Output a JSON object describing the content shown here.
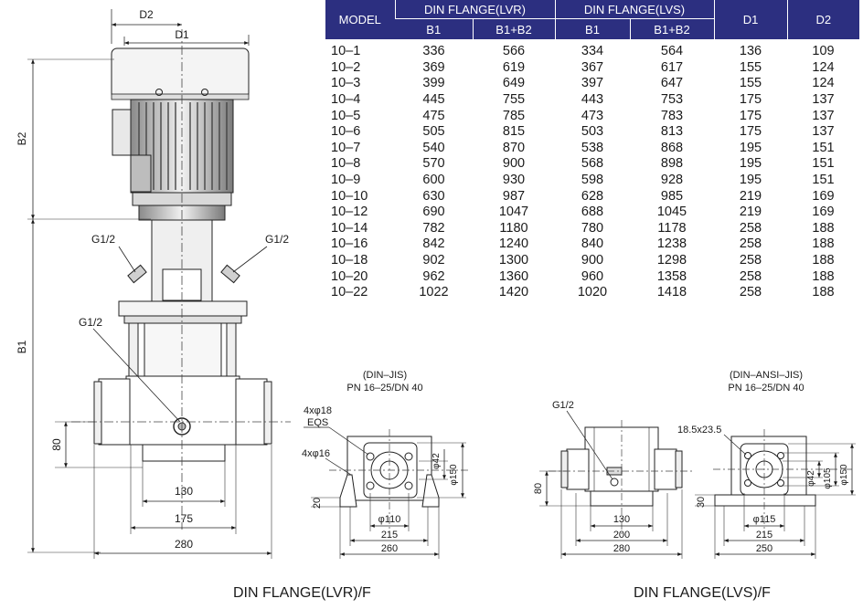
{
  "table": {
    "headers": {
      "model": "MODEL",
      "din_lvr": "DIN FLANGE(LVR)",
      "din_lvs": "DIN FLANGE(LVS)",
      "d1": "D1",
      "d2": "D2",
      "b1": "B1",
      "b1b2": "B1+B2"
    },
    "rows": [
      [
        "10–1",
        "336",
        "566",
        "334",
        "564",
        "136",
        "109"
      ],
      [
        "10–2",
        "369",
        "619",
        "367",
        "617",
        "155",
        "124"
      ],
      [
        "10–3",
        "399",
        "649",
        "397",
        "647",
        "155",
        "124"
      ],
      [
        "10–4",
        "445",
        "755",
        "443",
        "753",
        "175",
        "137"
      ],
      [
        "10–5",
        "475",
        "785",
        "473",
        "783",
        "175",
        "137"
      ],
      [
        "10–6",
        "505",
        "815",
        "503",
        "813",
        "175",
        "137"
      ],
      [
        "10–7",
        "540",
        "870",
        "538",
        "868",
        "195",
        "151"
      ],
      [
        "10–8",
        "570",
        "900",
        "568",
        "898",
        "195",
        "151"
      ],
      [
        "10–9",
        "600",
        "930",
        "598",
        "928",
        "195",
        "151"
      ],
      [
        "10–10",
        "630",
        "987",
        "628",
        "985",
        "219",
        "169"
      ],
      [
        "10–12",
        "690",
        "1047",
        "688",
        "1045",
        "219",
        "169"
      ],
      [
        "10–14",
        "782",
        "1180",
        "780",
        "1178",
        "258",
        "188"
      ],
      [
        "10–16",
        "842",
        "1240",
        "840",
        "1238",
        "258",
        "188"
      ],
      [
        "10–18",
        "902",
        "1300",
        "900",
        "1298",
        "258",
        "188"
      ],
      [
        "10–20",
        "962",
        "1360",
        "960",
        "1358",
        "258",
        "188"
      ],
      [
        "10–22",
        "1022",
        "1420",
        "1020",
        "1418",
        "258",
        "188"
      ]
    ]
  },
  "pump": {
    "d2": "D2",
    "d1": "D1",
    "b2": "B2",
    "b1": "B1",
    "g_left": "G1/2",
    "g_right": "G1/2",
    "g_drain": "G1/2",
    "h80": "80",
    "w130": "130",
    "w175": "175",
    "w280": "280"
  },
  "lvr": {
    "std": "(DIN–JIS)",
    "pn": "PN 16–25/DN 40",
    "bolt1": "4xφ18",
    "eqs": "EQS",
    "bolt2": "4xφ16",
    "phi42": "φ42",
    "phi150": "φ150",
    "h20": "20",
    "phi110": "φ110",
    "w215": "215",
    "w260": "260"
  },
  "lvs_side": {
    "g": "G1/2",
    "h80": "80",
    "w130": "130",
    "w200": "200",
    "w280": "280"
  },
  "lvs": {
    "std": "(DIN–ANSI–JIS)",
    "pn": "PN 16–25/DN 40",
    "slot": "18.5x23.5",
    "phi42": "φ42",
    "phi105": "φ105",
    "phi150": "φ150",
    "h30": "30",
    "phi115": "φ115",
    "w215": "215",
    "w250": "250"
  },
  "captions": {
    "left": "DIN FLANGE(LVR)/F",
    "right": "DIN FLANGE(LVS)/F"
  }
}
